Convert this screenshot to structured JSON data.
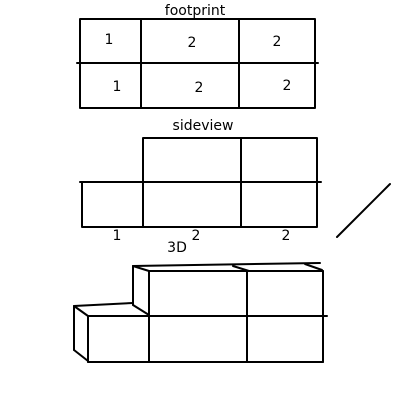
{
  "footprint": {
    "title": "footprint",
    "row1": [
      "1",
      "2",
      "2"
    ],
    "row2": [
      "1",
      "2",
      "2"
    ]
  },
  "sideview": {
    "title": "sideview",
    "labels": [
      "1",
      "2",
      "2"
    ]
  },
  "view3d": {
    "title": "3D"
  },
  "line_color": "#000000"
}
